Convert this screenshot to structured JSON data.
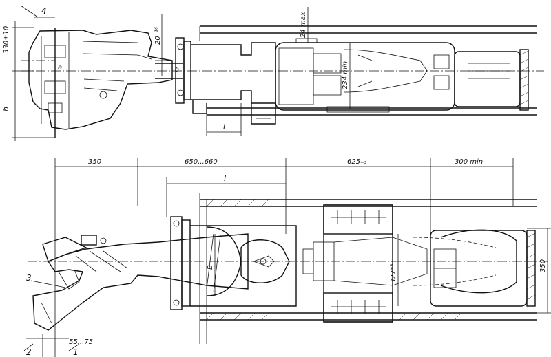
{
  "drawing": {
    "top_view": {
      "dim_height_330": "330±10",
      "dim_offset": "20⁺¹⁶",
      "dim_gap": "24 max",
      "dim_inner": "234 min",
      "dim_L": "L",
      "label_h": "h",
      "label_a": "a",
      "label_b": "δ"
    },
    "bottom_view": {
      "dim_350_left": "350",
      "dim_650_660": "650...660",
      "dim_625": "625₋₃",
      "dim_300min": "300 min",
      "dim_l": "l",
      "dim_327": "327⁺³",
      "dim_350_right": "350",
      "dim_B": "B",
      "dim_55_75": "55...75"
    },
    "callouts": {
      "c1": "1",
      "c2": "2",
      "c3": "3",
      "c4": "4"
    }
  }
}
